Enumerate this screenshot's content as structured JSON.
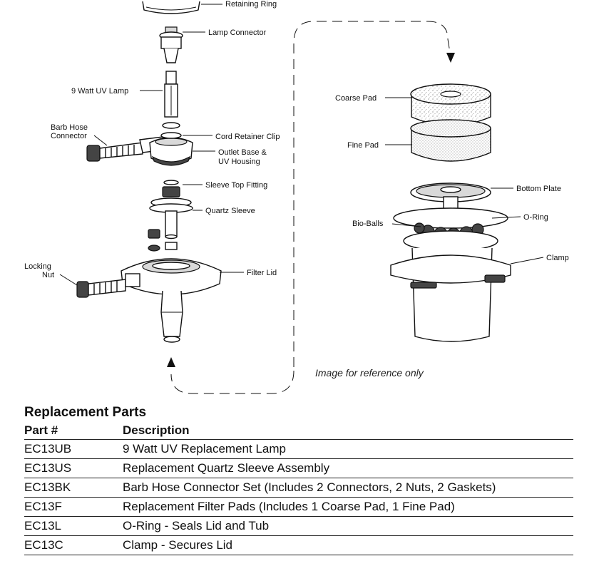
{
  "diagram": {
    "labels": {
      "retaining_ring": "Retaining Ring",
      "lamp_connector": "Lamp Connector",
      "uv_lamp": "9 Watt UV Lamp",
      "barb_hose_1": "Barb Hose",
      "barb_hose_2": "Connector",
      "cord_clip": "Cord Retainer Clip",
      "outlet_base_1": "Outlet Base &",
      "outlet_base_2": "UV Housing",
      "sleeve_top": "Sleeve Top Fitting",
      "quartz_sleeve": "Quartz Sleeve",
      "locking_nut_1": "Locking",
      "locking_nut_2": "Nut",
      "filter_lid": "Filter Lid",
      "coarse_pad": "Coarse Pad",
      "fine_pad": "Fine Pad",
      "bottom_plate": "Bottom Plate",
      "bio_balls": "Bio-Balls",
      "o_ring": "O-Ring",
      "clamp": "Clamp"
    },
    "caption": "Image for reference only"
  },
  "parts": {
    "title": "Replacement Parts",
    "headers": {
      "part": "Part #",
      "description": "Description"
    },
    "rows": [
      {
        "part": "EC13UB",
        "description": "9 Watt UV Replacement Lamp"
      },
      {
        "part": "EC13US",
        "description": "Replacement Quartz Sleeve Assembly"
      },
      {
        "part": "EC13BK",
        "description": "Barb Hose Connector Set (Includes 2 Connectors, 2 Nuts, 2 Gaskets)"
      },
      {
        "part": "EC13F",
        "description": "Replacement Filter Pads (Includes 1 Coarse Pad, 1 Fine Pad)"
      },
      {
        "part": "EC13L",
        "description": "O-Ring - Seals Lid and Tub"
      },
      {
        "part": "EC13C",
        "description": "Clamp - Secures Lid"
      }
    ]
  }
}
